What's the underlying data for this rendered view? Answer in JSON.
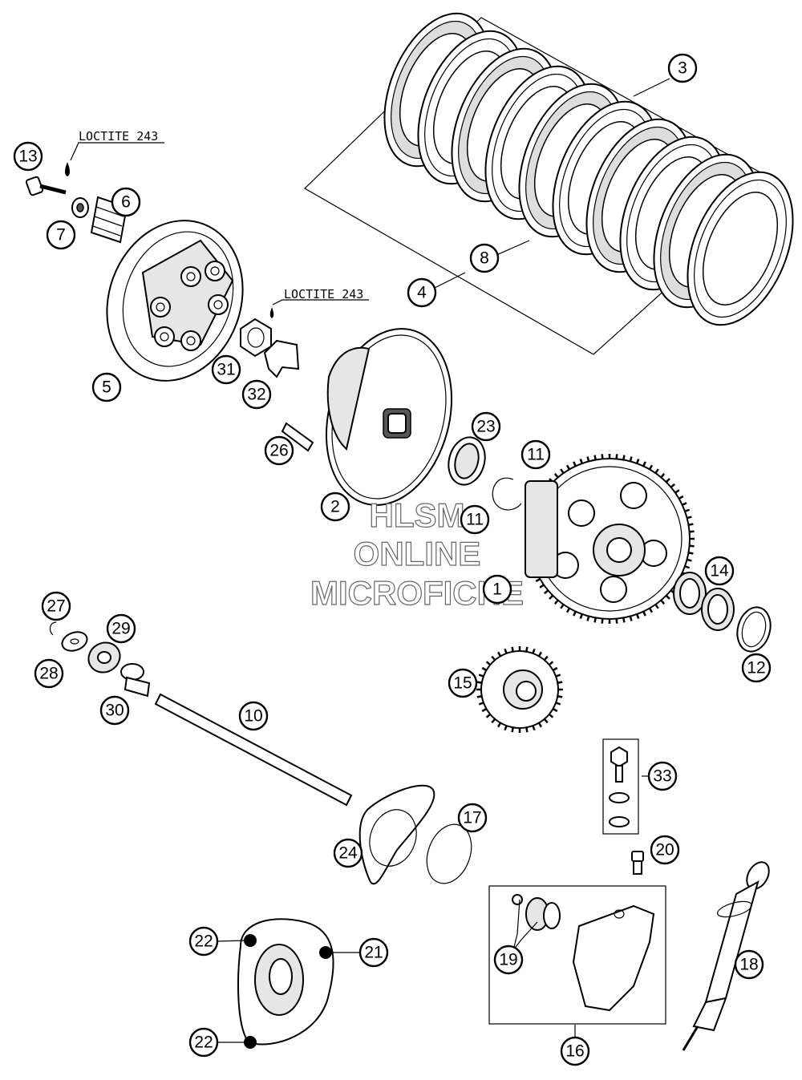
{
  "callouts": [
    {
      "id": "c1",
      "label": "1"
    },
    {
      "id": "c2",
      "label": "2"
    },
    {
      "id": "c3",
      "label": "3"
    },
    {
      "id": "c4",
      "label": "4"
    },
    {
      "id": "c5",
      "label": "5"
    },
    {
      "id": "c6",
      "label": "6"
    },
    {
      "id": "c7",
      "label": "7"
    },
    {
      "id": "c8",
      "label": "8"
    },
    {
      "id": "c10",
      "label": "10"
    },
    {
      "id": "c11a",
      "label": "11"
    },
    {
      "id": "c11b",
      "label": "11"
    },
    {
      "id": "c12",
      "label": "12"
    },
    {
      "id": "c13",
      "label": "13"
    },
    {
      "id": "c14",
      "label": "14"
    },
    {
      "id": "c15",
      "label": "15"
    },
    {
      "id": "c16",
      "label": "16"
    },
    {
      "id": "c17",
      "label": "17"
    },
    {
      "id": "c18",
      "label": "18"
    },
    {
      "id": "c19",
      "label": "19"
    },
    {
      "id": "c20",
      "label": "20"
    },
    {
      "id": "c21",
      "label": "21"
    },
    {
      "id": "c22a",
      "label": "22"
    },
    {
      "id": "c22b",
      "label": "22"
    },
    {
      "id": "c23",
      "label": "23"
    },
    {
      "id": "c24",
      "label": "24"
    },
    {
      "id": "c26",
      "label": "26"
    },
    {
      "id": "c27",
      "label": "27"
    },
    {
      "id": "c28",
      "label": "28"
    },
    {
      "id": "c29",
      "label": "29"
    },
    {
      "id": "c30",
      "label": "30"
    },
    {
      "id": "c31",
      "label": "31"
    },
    {
      "id": "c32",
      "label": "32"
    },
    {
      "id": "c33",
      "label": "33"
    }
  ],
  "notes": {
    "loctite_top": "LOCTITE 243",
    "loctite_mid": "LOCTITE 243"
  },
  "watermark": {
    "line1": "HLSM",
    "line2": "ONLINE",
    "line3": "MICROFICHE"
  }
}
